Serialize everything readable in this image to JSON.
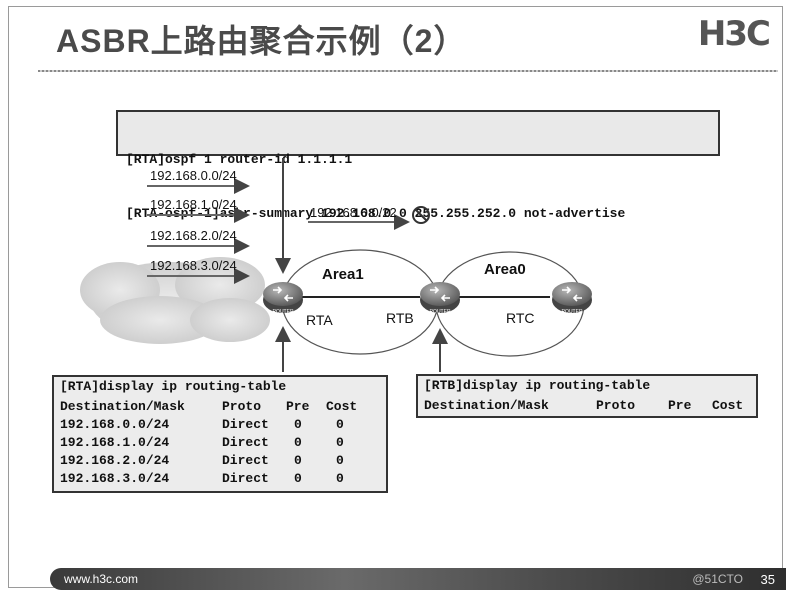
{
  "title": "ASBR上路由聚合示例（2）",
  "logo": "H3C",
  "config_box": {
    "lines": [
      "[RTA]ospf 1 router-id 1.1.1.1",
      "[RTA-ospf-1]asbr-summary 192.168.0.0 255.255.252.0 not-advertise"
    ]
  },
  "routes": [
    "192.168.0.0/24",
    "192.168.1.0/24",
    "192.168.2.0/24",
    "192.168.3.0/24"
  ],
  "summary_route": "192.168.0.0/22",
  "areas": {
    "area1": "Area1",
    "area0": "Area0"
  },
  "routers": {
    "rta": "RTA",
    "rtb": "RTB",
    "rtc": "RTC",
    "router_caption": "ROUTER"
  },
  "rta_table": {
    "command": "[RTA]display ip routing-table",
    "headers": [
      "Destination/Mask",
      "Proto",
      "Pre",
      "Cost"
    ],
    "rows": [
      [
        "192.168.0.0/24",
        "Direct",
        "0",
        "0"
      ],
      [
        "192.168.1.0/24",
        "Direct",
        "0",
        "0"
      ],
      [
        "192.168.2.0/24",
        "Direct",
        "0",
        "0"
      ],
      [
        "192.168.3.0/24",
        "Direct",
        "0",
        "0"
      ]
    ]
  },
  "rtb_table": {
    "command": "[RTB]display ip routing-table",
    "headers": [
      "Destination/Mask",
      "Proto",
      "Pre",
      "Cost"
    ]
  },
  "footer": {
    "url": "www.h3c.com",
    "watermark": "@51CTO",
    "page": "35"
  }
}
